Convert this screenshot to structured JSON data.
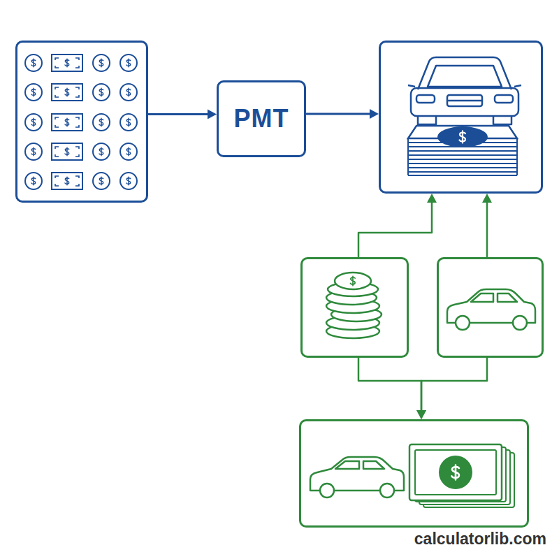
{
  "diagram": {
    "nodes": [
      {
        "text": []
      },
      {
        "text": [
          "PMT"
        ]
      },
      {
        "text": []
      },
      {
        "text": []
      },
      {
        "text": []
      },
      {
        "text": []
      }
    ],
    "edges": [
      {
        "from": 0,
        "to": 1,
        "arrow": "to"
      },
      {
        "from": 1,
        "to": 2,
        "arrow": "to"
      },
      {
        "from": 3,
        "to": 2,
        "arrow": "to"
      },
      {
        "from": 4,
        "to": 2,
        "arrow": "to"
      },
      {
        "from": 3,
        "to": 5,
        "arrow": "to"
      },
      {
        "from": 4,
        "to": 5,
        "arrow": "to"
      }
    ],
    "labels": [
      "calculatorlib.com"
    ]
  }
}
